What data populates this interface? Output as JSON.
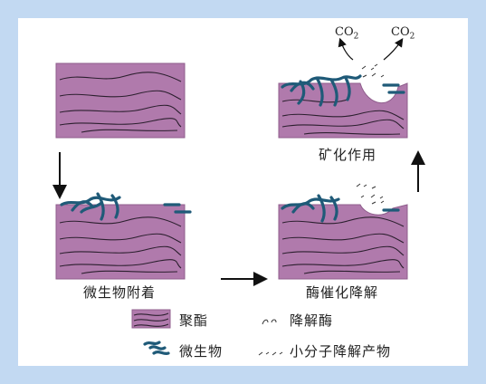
{
  "colors": {
    "polyester": "#b07aac",
    "fiber_line": "#2b1f2e",
    "microbe": "#1f5a78",
    "background": "#c2d9f2",
    "panel": "#ffffff"
  },
  "stages": {
    "attachment": "微生物附着",
    "enzymatic": "酶催化降解",
    "mineralization": "矿化作用"
  },
  "products": {
    "co2_left": "CO",
    "co2_right": "CO",
    "subscript": "2"
  },
  "legend": {
    "polyester": "聚酯",
    "enzyme": "降解酶",
    "microbe": "微生物",
    "small_products": "小分子降解产物"
  },
  "icons": [
    "polyester-swatch-icon",
    "enzyme-icon",
    "microbe-icon",
    "small-molecule-icon",
    "arrow-down-icon",
    "arrow-right-icon",
    "arrow-up-icon"
  ]
}
